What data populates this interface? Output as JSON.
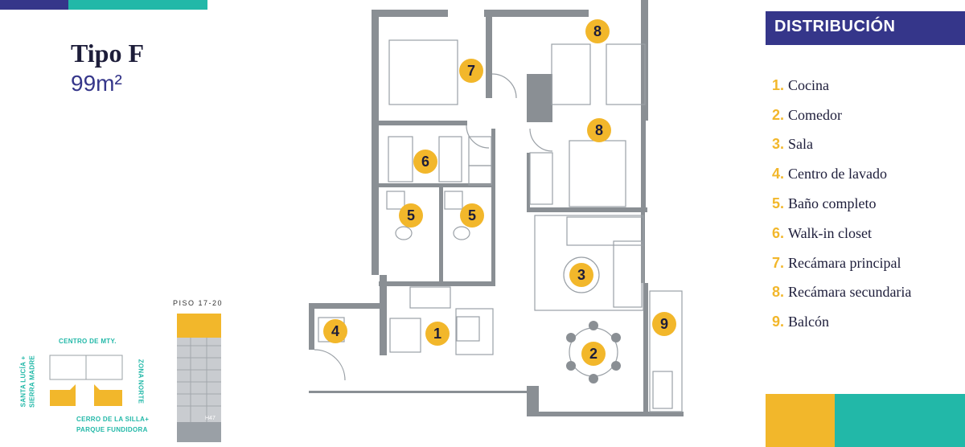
{
  "header": {
    "title": "Tipo F",
    "area": "99m²"
  },
  "distribution": {
    "title": "DISTRIBUCIÓN",
    "items": [
      {
        "num": "1.",
        "label": "Cocina"
      },
      {
        "num": "2.",
        "label": "Comedor"
      },
      {
        "num": "3.",
        "label": "Sala"
      },
      {
        "num": "4.",
        "label": "Centro de lavado"
      },
      {
        "num": "5.",
        "label": "Baño completo"
      },
      {
        "num": "6.",
        "label": "Walk-in closet"
      },
      {
        "num": "7.",
        "label": "Recámara principal"
      },
      {
        "num": "8.",
        "label": "Recámara secundaria"
      },
      {
        "num": "9.",
        "label": "Balcón"
      }
    ]
  },
  "floorplan": {
    "markers": [
      "8",
      "7",
      "8",
      "6",
      "5",
      "5",
      "3",
      "4",
      "1",
      "2",
      "9"
    ]
  },
  "tower": {
    "floor_label": "PISO 17-20",
    "tag": "H47"
  },
  "location_map": {
    "top": "CENTRO DE MTY.",
    "left_line1": "SANTA LUCÍA +",
    "left_line2": "SIERRA MADRE",
    "right": "ZONA NORTE",
    "bottom_line1": "CERRO DE LA SILLA+",
    "bottom_line2": "PARQUE FUNDIDORA"
  },
  "colors": {
    "navy": "#35368a",
    "teal": "#22b8a8",
    "yellow": "#f2b72b",
    "wall": "#8a8f94"
  }
}
